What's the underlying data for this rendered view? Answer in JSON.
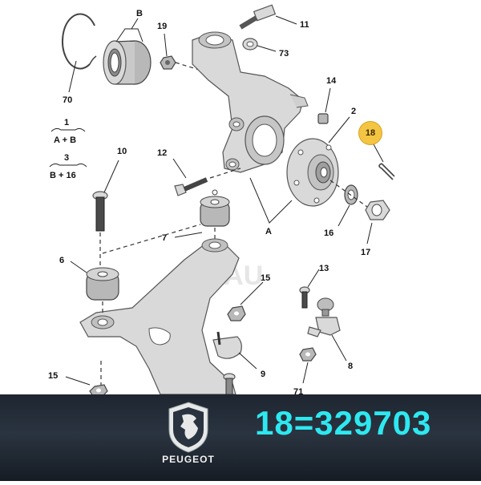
{
  "labels": {
    "b": "B",
    "l19": "19",
    "l11": "11",
    "l73": "73",
    "l70": "70",
    "l14": "14",
    "l2": "2",
    "l18": "18",
    "l10": "10",
    "l12": "12",
    "l7": "7",
    "a": "A",
    "l16": "16",
    "l17": "17",
    "l6": "6",
    "l13": "13",
    "l15a": "15",
    "l9": "9",
    "l8": "8",
    "l15b": "15",
    "l71": "71"
  },
  "legend": {
    "first": {
      "top": "1",
      "bottom": "A + B"
    },
    "second": {
      "top": "3",
      "bottom": "B + 16"
    }
  },
  "watermark": "SA AU",
  "banner": {
    "brand": "PEUGEOT",
    "code": "18=329703",
    "colors": {
      "code": "#2ee8f0",
      "background": "#1d2530",
      "highlight": "#f4c542"
    }
  }
}
